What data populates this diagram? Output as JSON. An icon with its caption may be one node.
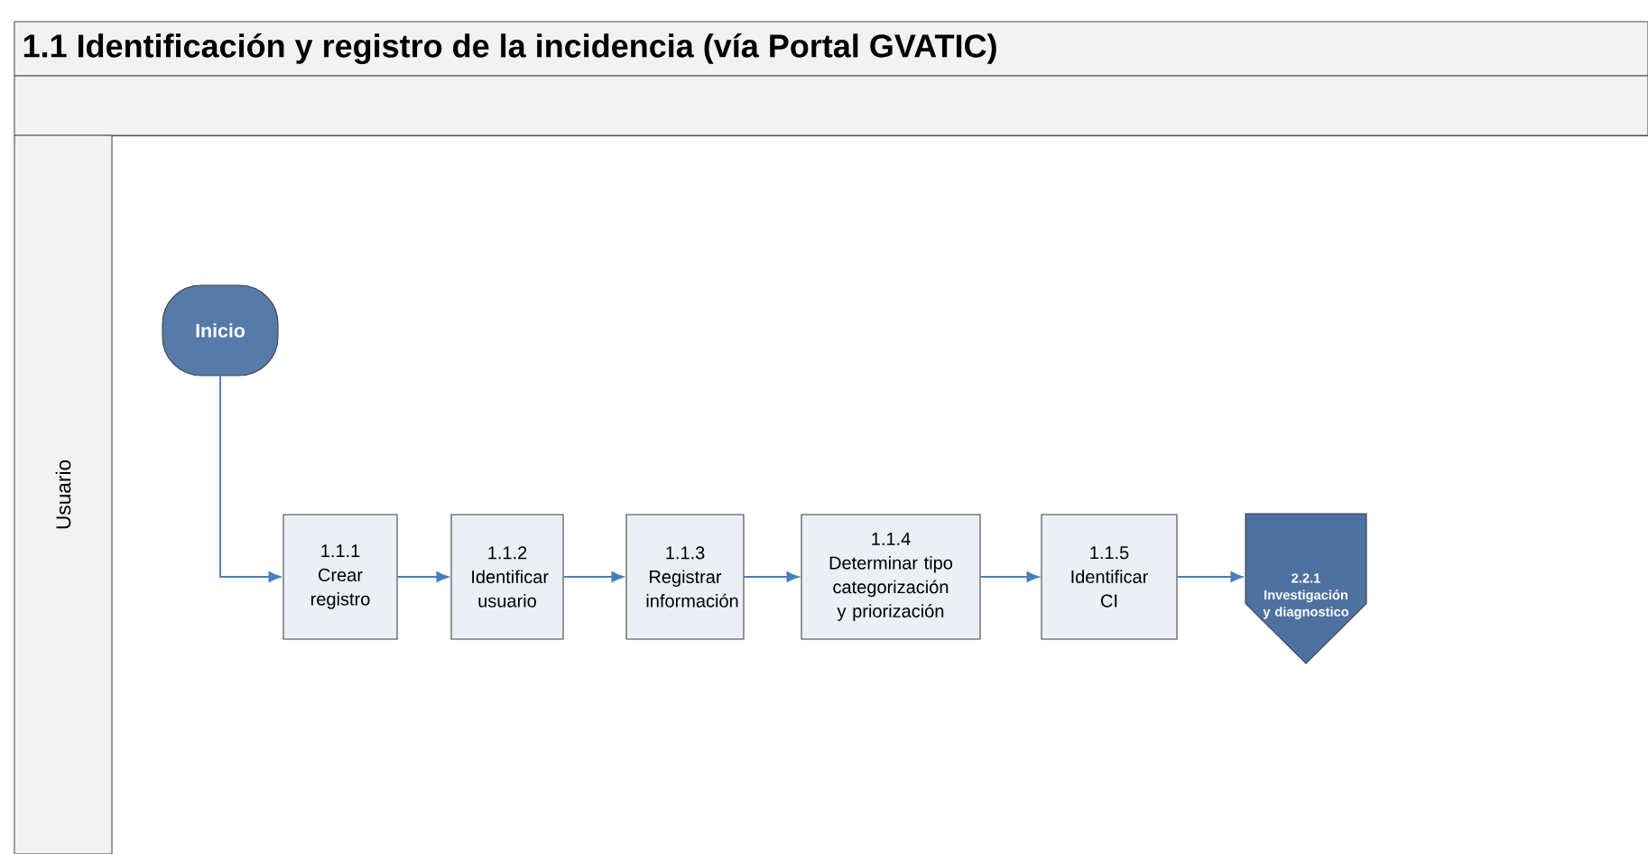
{
  "diagram": {
    "title": "1.1 Identificación y registro de la incidencia (vía Portal GVATIC)",
    "nodes": [
      {
        "text": [
          "Usuario"
        ]
      },
      {
        "text": [
          "Inicio"
        ],
        "in": 0
      },
      {
        "text": [
          "1.1.1",
          "Crear registro"
        ],
        "in": 0
      },
      {
        "text": [
          "1.1.2",
          "Identificar usuario"
        ],
        "in": 0
      },
      {
        "text": [
          "1.1.3",
          "Registrar información"
        ],
        "in": 0
      },
      {
        "text": [
          "1.1.4",
          "Determinar tipo categorización y priorización"
        ],
        "in": 0
      },
      {
        "text": [
          "1.1.5",
          "Identificar CI"
        ],
        "in": 0
      },
      {
        "text": [
          "2.2.1",
          "Investigación y diagnostico"
        ],
        "in": 0
      }
    ],
    "edges": [
      {
        "from": 1,
        "to": 2,
        "arrow": "to"
      },
      {
        "from": 2,
        "to": 3,
        "arrow": "to"
      },
      {
        "from": 3,
        "to": 4,
        "arrow": "to"
      },
      {
        "from": 4,
        "to": 5,
        "arrow": "to"
      },
      {
        "from": 5,
        "to": 6,
        "arrow": "to"
      },
      {
        "from": 6,
        "to": 7,
        "arrow": "to"
      }
    ]
  }
}
